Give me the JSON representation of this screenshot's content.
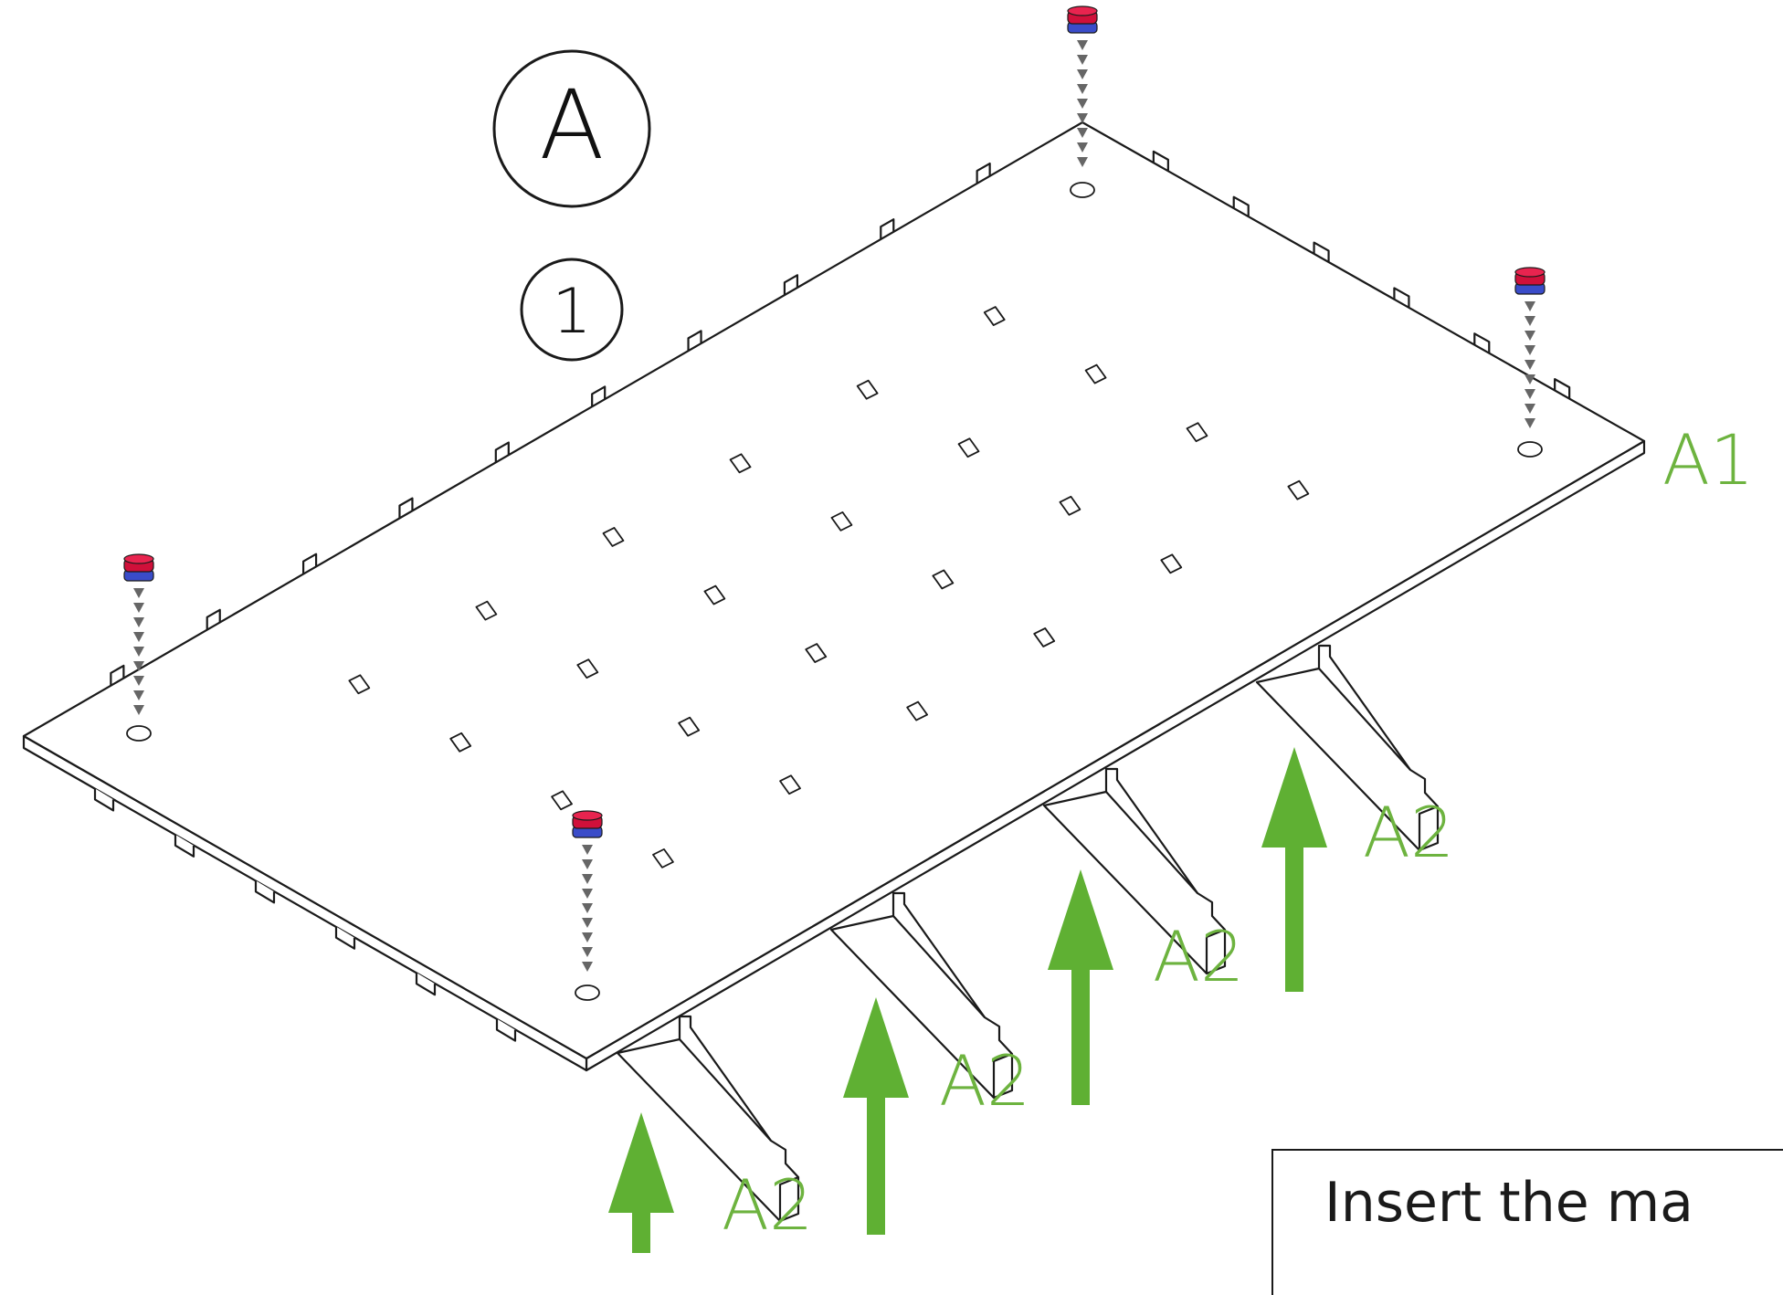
{
  "step": {
    "section_letter": "A",
    "step_number": "1"
  },
  "parts": {
    "plate_label": "A1",
    "leg_label": "A2"
  },
  "caption": {
    "text": "Insert the ma"
  },
  "colors": {
    "arrow_green": "#5fb033",
    "label_green": "#6db33f",
    "magnet_red": "#d0103a",
    "magnet_blue": "#3a4cc9",
    "line": "#1a1a1a",
    "guide_arrow": "#666666"
  },
  "icons": {
    "magnet": "magnet-icon",
    "insert_arrow": "dashed-down-arrow-icon",
    "push_arrow": "green-up-arrow-icon"
  }
}
